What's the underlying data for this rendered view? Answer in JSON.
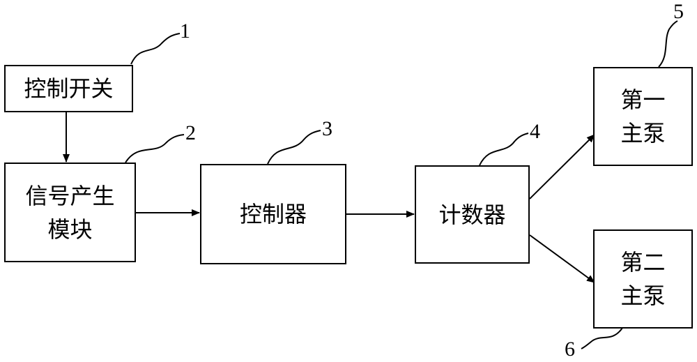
{
  "blocks": {
    "control_switch": {
      "lines": [
        "控制开关"
      ]
    },
    "signal_module": {
      "lines": [
        "信号产生",
        "模块"
      ]
    },
    "controller": {
      "lines": [
        "控制器"
      ]
    },
    "counter": {
      "lines": [
        "计数器"
      ]
    },
    "main_pump_1": {
      "lines": [
        "第一",
        "主泵"
      ]
    },
    "main_pump_2": {
      "lines": [
        "第二",
        "主泵"
      ]
    }
  },
  "ref_numbers": {
    "control_switch": "1",
    "signal_module": "2",
    "controller": "3",
    "counter": "4",
    "main_pump_1": "5",
    "main_pump_2": "6"
  },
  "colors": {
    "line": "#000000",
    "background": "#ffffff"
  }
}
